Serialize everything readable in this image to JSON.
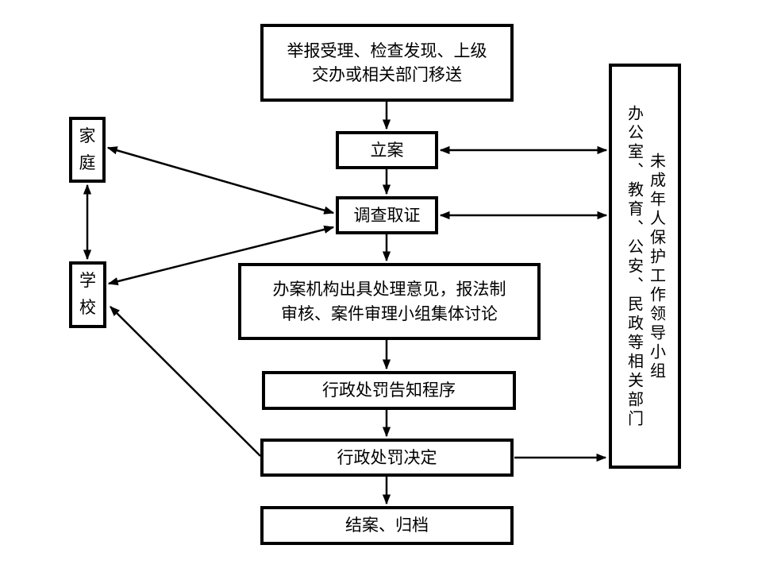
{
  "diagram": {
    "type": "flowchart",
    "background_color": "#ffffff",
    "line_color": "#000000",
    "nodes": {
      "report": {
        "label": "举报受理、检查发现、上级\n交办或相关部门移送"
      },
      "filing": {
        "label": "立案"
      },
      "investigation": {
        "label": "调查取证"
      },
      "review": {
        "label": "办案机构出具处理意见，报法制\n审核、案件审理小组集体讨论"
      },
      "notice": {
        "label": "行政处罚告知程序"
      },
      "decision": {
        "label": "行政处罚决定"
      },
      "closing": {
        "label": "结案、归档"
      },
      "family": {
        "label": "家\n庭"
      },
      "school": {
        "label": "学\n校"
      },
      "group_departments": {
        "label": "办公室、教育、公安、民政等相关部门"
      },
      "group_leading": {
        "label": "未成年人保护工作领导小组"
      }
    },
    "edges": [
      {
        "from": "report",
        "to": "filing",
        "direction": "one-way"
      },
      {
        "from": "filing",
        "to": "investigation",
        "direction": "one-way"
      },
      {
        "from": "investigation",
        "to": "review",
        "direction": "one-way"
      },
      {
        "from": "review",
        "to": "notice",
        "direction": "one-way"
      },
      {
        "from": "notice",
        "to": "decision",
        "direction": "one-way"
      },
      {
        "from": "decision",
        "to": "closing",
        "direction": "one-way"
      },
      {
        "from": "filing",
        "to": "group",
        "direction": "two-way"
      },
      {
        "from": "investigation",
        "to": "group",
        "direction": "two-way"
      },
      {
        "from": "family",
        "to": "school",
        "direction": "two-way"
      },
      {
        "from": "family",
        "to": "investigation",
        "direction": "two-way"
      },
      {
        "from": "school",
        "to": "investigation",
        "direction": "two-way"
      },
      {
        "from": "decision",
        "to": "school",
        "direction": "one-way"
      },
      {
        "from": "decision",
        "to": "group",
        "direction": "one-way"
      }
    ]
  }
}
